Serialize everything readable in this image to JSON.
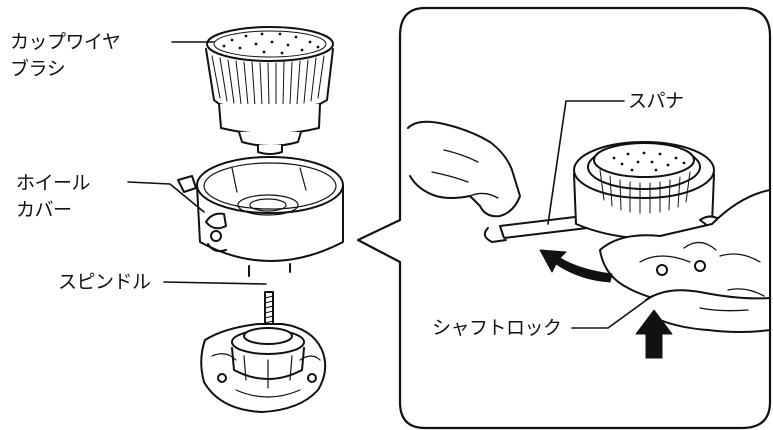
{
  "labels": {
    "cup_wire_brush_line1": "カップワイヤ",
    "cup_wire_brush_line2": "ブラシ",
    "wheel_cover_line1": "ホイール",
    "wheel_cover_line2": "カバー",
    "spindle": "スピンドル",
    "spanner": "スパナ",
    "shaft_lock": "シャフトロック"
  }
}
